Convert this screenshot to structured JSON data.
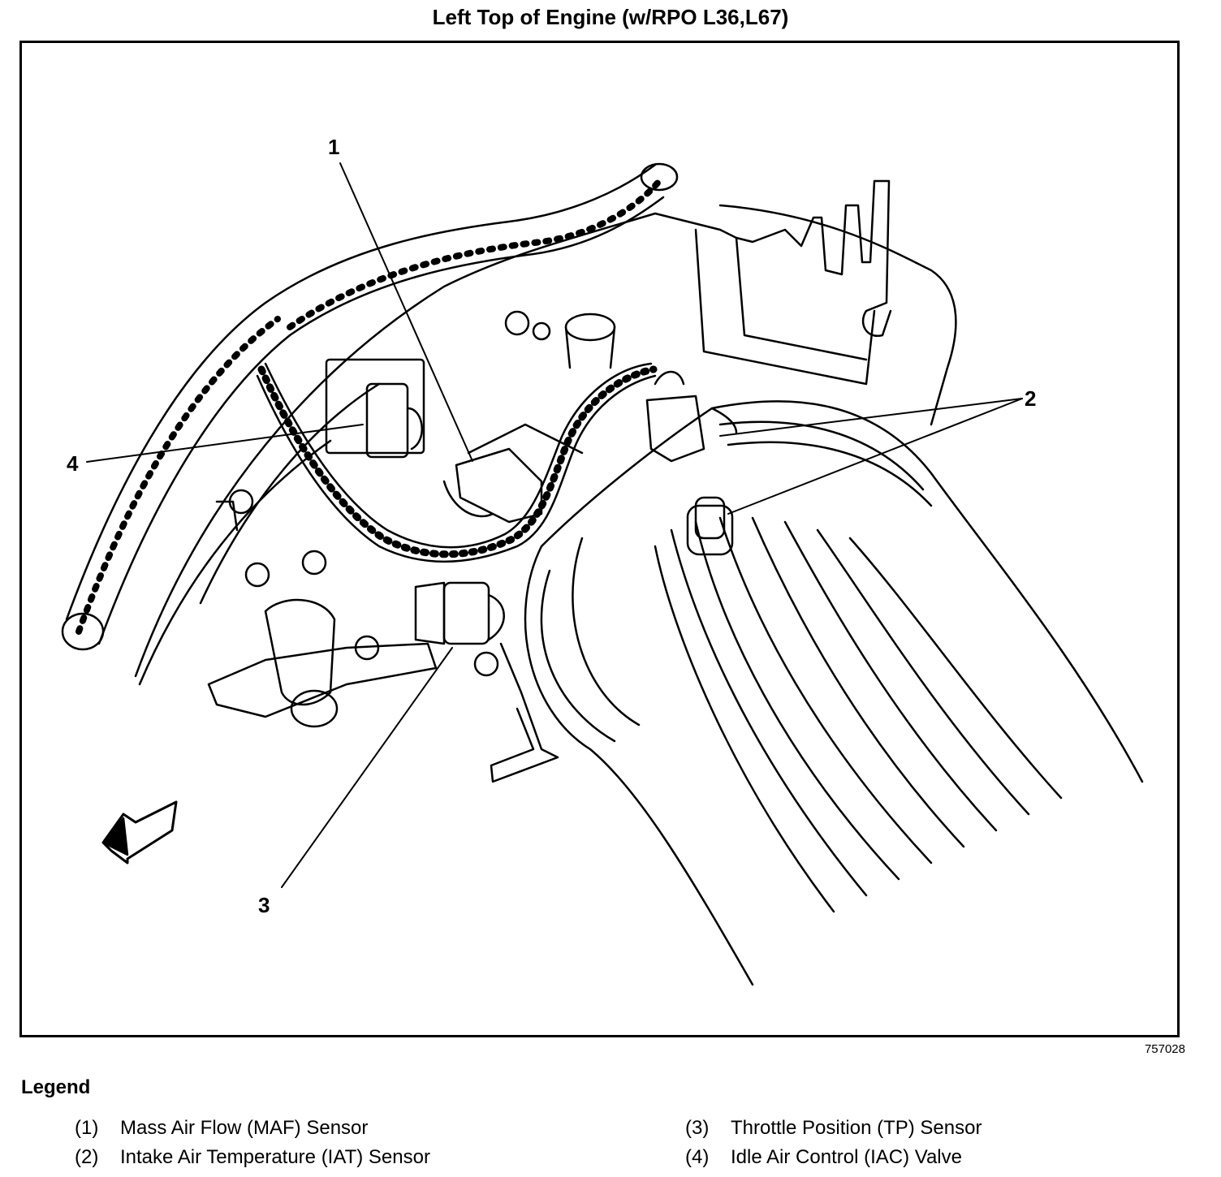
{
  "title": "Left Top of Engine (w/RPO L36,L67)",
  "figure_id": "757028",
  "callouts": [
    "1",
    "2",
    "3",
    "4"
  ],
  "legend": {
    "heading": "Legend",
    "items": [
      {
        "num": "(1)",
        "label": "Mass Air Flow (MAF) Sensor"
      },
      {
        "num": "(2)",
        "label": "Intake Air Temperature (IAT) Sensor"
      },
      {
        "num": "(3)",
        "label": "Throttle Position (TP) Sensor"
      },
      {
        "num": "(4)",
        "label": "Idle Air Control (IAC) Valve"
      }
    ]
  }
}
